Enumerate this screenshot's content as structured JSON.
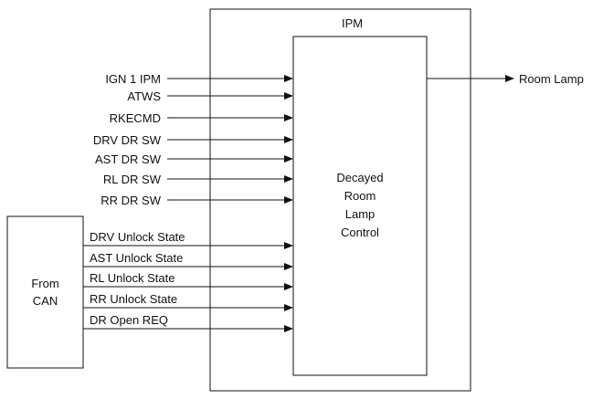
{
  "ipm": {
    "title": "IPM"
  },
  "control": {
    "lines": [
      "Decayed",
      "Room",
      "Lamp",
      "Control"
    ]
  },
  "source": {
    "lines": [
      "From",
      "CAN"
    ]
  },
  "output": {
    "label": "Room Lamp"
  },
  "inputs_direct": [
    "IGN 1 IPM",
    "ATWS",
    "RKECMD",
    "DRV DR SW",
    "AST DR SW",
    "RL DR SW",
    "RR DR SW"
  ],
  "inputs_can": [
    "DRV Unlock State",
    "AST Unlock State",
    "RL Unlock State",
    "RR Unlock State",
    "DR Open REQ"
  ],
  "colors": {
    "line": "#111111",
    "background": "#ffffff"
  }
}
